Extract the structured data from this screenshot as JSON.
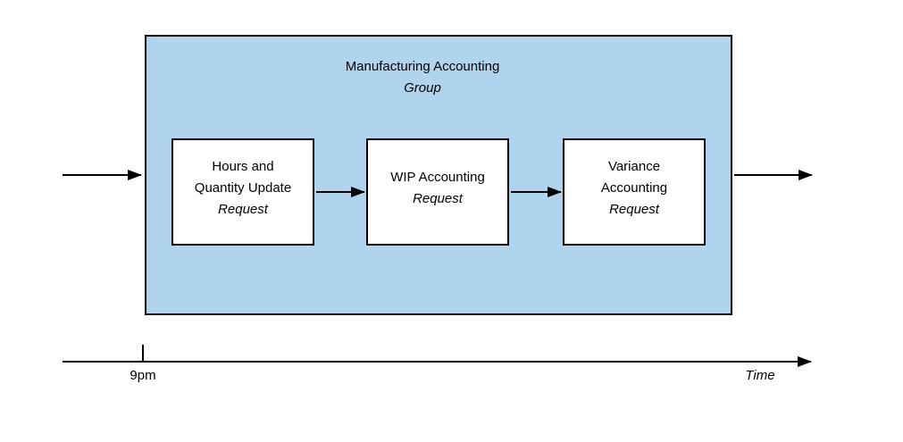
{
  "diagram": {
    "group": {
      "title": "Manufacturing Accounting",
      "subtitle": "Group"
    },
    "nodes": [
      {
        "lines": [
          "Hours and",
          "Quantity Update"
        ],
        "italic_line": "Request"
      },
      {
        "lines": [
          "WIP Accounting"
        ],
        "italic_line": "Request"
      },
      {
        "lines": [
          "Variance",
          "Accounting"
        ],
        "italic_line": "Request"
      }
    ],
    "timeline": {
      "tick_label": "9pm",
      "axis_label": "Time"
    },
    "colors": {
      "group_fill": "#B0D4EE",
      "node_fill": "#FFFFFF",
      "stroke": "#000000",
      "background": "#FFFFFF"
    }
  }
}
